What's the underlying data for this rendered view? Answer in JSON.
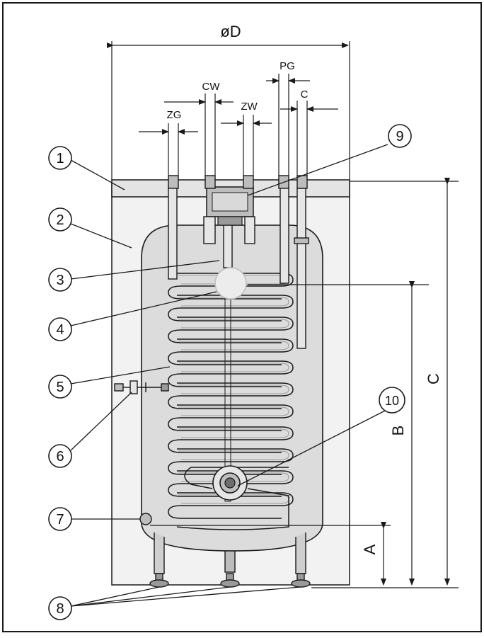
{
  "colors": {
    "line": "#1a1a1a",
    "fill_light": "#f2f2f2",
    "fill_mid": "#d9d9d9",
    "fill_dark": "#9a9a9a",
    "sensor": "#ececec"
  },
  "labels": {
    "diameter": "øD",
    "pg": "PG",
    "cw": "CW",
    "zw": "ZW",
    "zg": "ZG",
    "c_small": "C",
    "dim_c": "C",
    "dim_b": "B",
    "dim_a": "A"
  },
  "callouts": [
    "1",
    "2",
    "3",
    "4",
    "5",
    "6",
    "7",
    "8",
    "9",
    "10"
  ]
}
